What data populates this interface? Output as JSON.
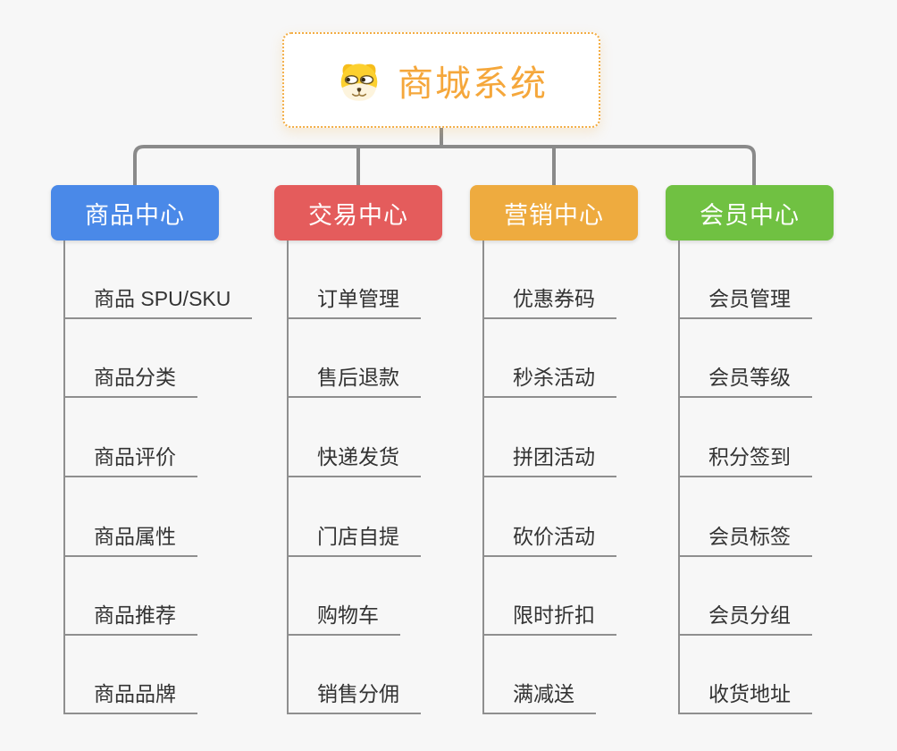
{
  "app": {
    "background_color": "#f7f7f7",
    "connector_color": "#8a8a8a"
  },
  "root": {
    "title": "商城系统",
    "icon": "dog-face-icon",
    "text_color": "#f5a73b",
    "border_color": "#f3ad44"
  },
  "branches": [
    {
      "label": "商品中心",
      "color": "#4a89e8",
      "items": [
        "商品 SPU/SKU",
        "商品分类",
        "商品评价",
        "商品属性",
        "商品推荐",
        "商品品牌"
      ]
    },
    {
      "label": "交易中心",
      "color": "#e45c5c",
      "items": [
        "订单管理",
        "售后退款",
        "快递发货",
        "门店自提",
        "购物车",
        "销售分佣"
      ]
    },
    {
      "label": "营销中心",
      "color": "#eeab3f",
      "items": [
        "优惠券码",
        "秒杀活动",
        "拼团活动",
        "砍价活动",
        "限时折扣",
        "满减送"
      ]
    },
    {
      "label": "会员中心",
      "color": "#70c142",
      "items": [
        "会员管理",
        "会员等级",
        "积分签到",
        "会员标签",
        "会员分组",
        "收货地址"
      ]
    }
  ]
}
